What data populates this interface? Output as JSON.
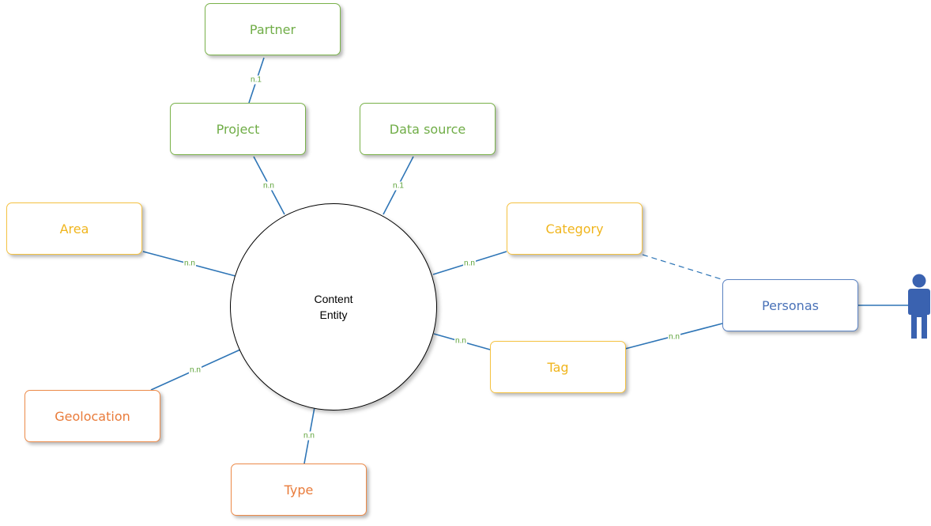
{
  "colors": {
    "connector": "#2e75b6",
    "label": "#5ea33a",
    "green": "#70ad47",
    "yellow": "#f0b51d",
    "orange": "#e97b3a",
    "blue": "#4a72b8",
    "person": "#3a62b0"
  },
  "center": {
    "line1": "Content",
    "line2": "Entity"
  },
  "nodes": {
    "partner": "Partner",
    "project": "Project",
    "data_source": "Data source",
    "area": "Area",
    "category": "Category",
    "personas": "Personas",
    "tag": "Tag",
    "geolocation": "Geolocation",
    "type": "Type"
  },
  "connectors": {
    "partner_project": "n.1",
    "project_content": "n.n",
    "datasource_content": "n.1",
    "area_content": "n.n",
    "category_content": "n.n",
    "tag_content": "n.n",
    "tag_personas": "n.n",
    "geolocation_content": "n.n",
    "type_content": "n.n"
  },
  "icons": {
    "person": "person-icon"
  }
}
